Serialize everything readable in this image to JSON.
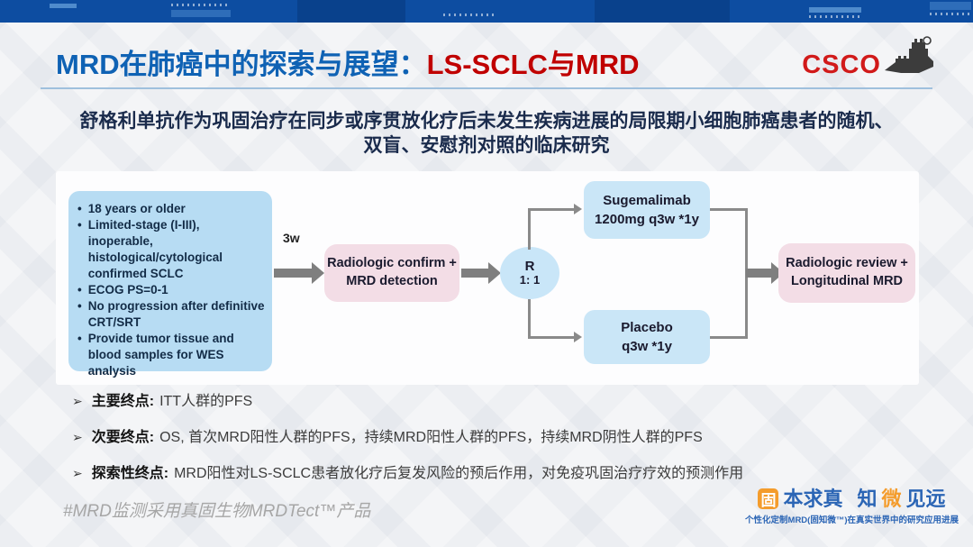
{
  "header": {
    "title_blue": "MRD在肺癌中的探索与展望：",
    "title_red": "LS-SCLC与MRD",
    "logo_text": "CSCO"
  },
  "subtitle": {
    "line1": "舒格利单抗作为巩固治疗在同步或序贯放化疗后未发生疾病进展的局限期小细胞肺癌患者的随机、",
    "line2": "双盲、安慰剂对照的临床研究"
  },
  "flowchart": {
    "criteria_box": {
      "bullet": "•",
      "items": [
        "18 years or older",
        "Limited-stage (I-III), inoperable, histological/cytological confirmed SCLC",
        "ECOG PS=0-1",
        "No progression after definitive CRT/SRT",
        "Provide tumor tissue and blood samples for WES analysis"
      ]
    },
    "interval_label": "3w",
    "mrd_detection_box": {
      "line1": "Radiologic confirm +",
      "line2": "MRD detection"
    },
    "randomization": {
      "letter": "R",
      "ratio": "1:  1"
    },
    "arm_sugemalimab": {
      "line1": "Sugemalimab",
      "line2": "1200mg q3w *1y"
    },
    "arm_placebo": {
      "line1": "Placebo",
      "line2": "q3w *1y"
    },
    "review_box": {
      "line1": "Radiologic review +",
      "line2": "Longitudinal MRD"
    }
  },
  "endpoints": {
    "marker": "➢",
    "items": [
      {
        "label": "主要终点:",
        "text": "ITT人群的PFS"
      },
      {
        "label": "次要终点:",
        "text": "OS, 首次MRD阳性人群的PFS，持续MRD阳性人群的PFS，持续MRD阴性人群的PFS"
      },
      {
        "label": "探索性终点:",
        "text": "MRD阳性对LS-SCLC患者放化疗后复发风险的预后作用，对免疫巩固治疗疗效的预测作用"
      }
    ]
  },
  "footer": {
    "note": "#MRD监测采用真固生物MRDTect™产品",
    "brand": {
      "boxed_char": "固",
      "part1": "本求真",
      "part2": "知",
      "part3": "微",
      "part4": "见远",
      "tagline": "个性化定制MRD(固知微™)在真实世界中的研究应用进展"
    }
  },
  "colors": {
    "title_blue": "#0f62b4",
    "title_red": "#c00000",
    "strip_blue": "#0d4da1",
    "criteria_box_blue": "#b7dcf3",
    "arm_box_blue": "#cae6f7",
    "randomization_blue": "#c9e6f8",
    "pink_box": "#f3dde6",
    "arrow_gray": "#7f7f7f",
    "footer_orange": "#f49c2c",
    "footer_blue": "#2b65b5",
    "subtitle_navy": "#1a2b4c"
  }
}
